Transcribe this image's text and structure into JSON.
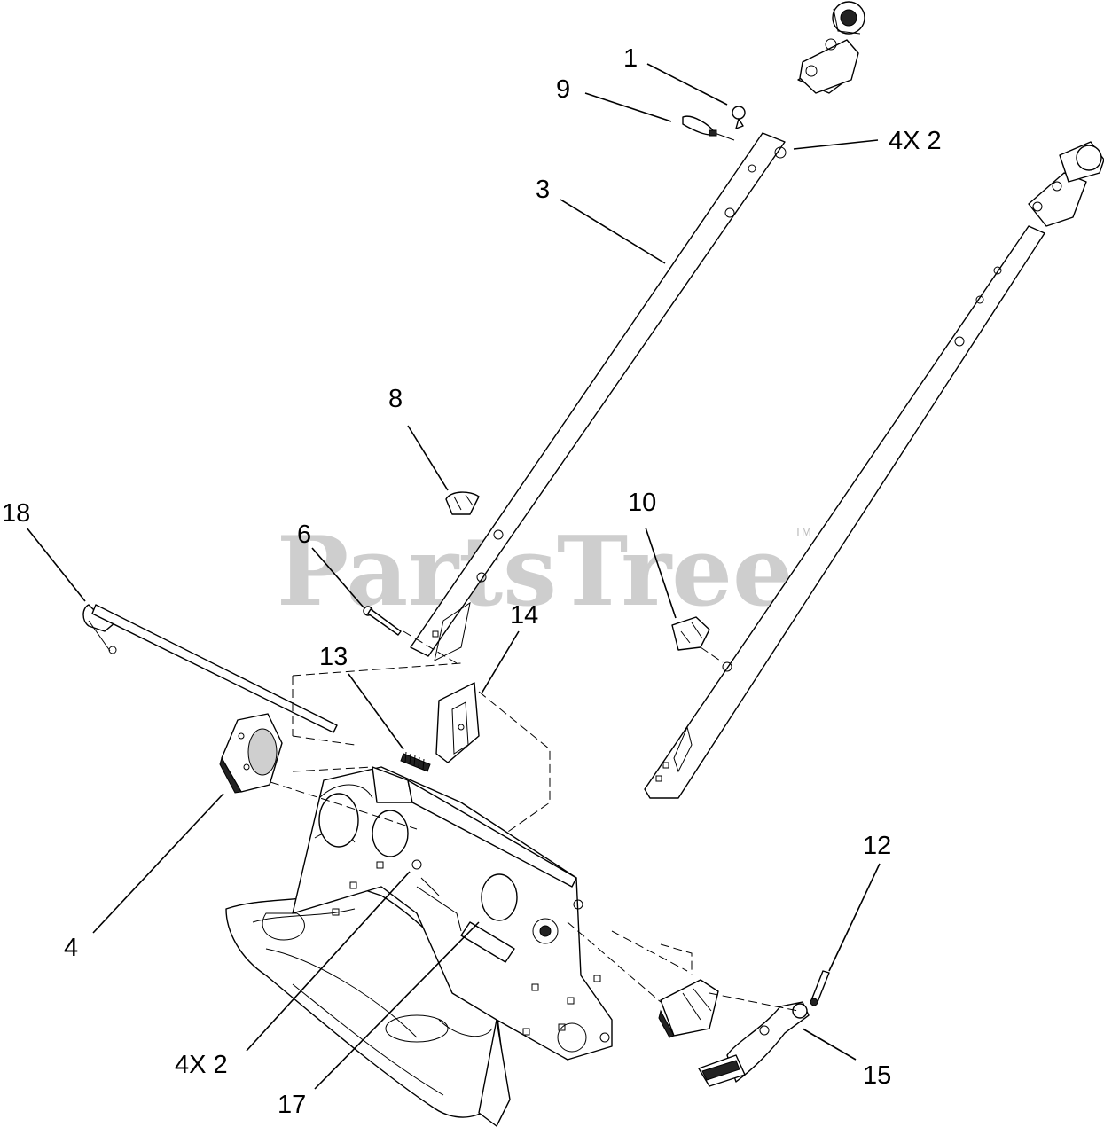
{
  "watermark": {
    "text": "PartsTree",
    "trademark": "TM"
  },
  "callouts": [
    {
      "id": "c1",
      "text": "1"
    },
    {
      "id": "c9",
      "text": "9"
    },
    {
      "id": "c4x2a",
      "text": "4X 2"
    },
    {
      "id": "c3",
      "text": "3"
    },
    {
      "id": "c8",
      "text": "8"
    },
    {
      "id": "c10",
      "text": "10"
    },
    {
      "id": "c18",
      "text": "18"
    },
    {
      "id": "c6",
      "text": "6"
    },
    {
      "id": "c14",
      "text": "14"
    },
    {
      "id": "c13",
      "text": "13"
    },
    {
      "id": "c12",
      "text": "12"
    },
    {
      "id": "c4",
      "text": "4"
    },
    {
      "id": "c4x2b",
      "text": "4X 2"
    },
    {
      "id": "c17",
      "text": "17"
    },
    {
      "id": "c15",
      "text": "15"
    }
  ]
}
